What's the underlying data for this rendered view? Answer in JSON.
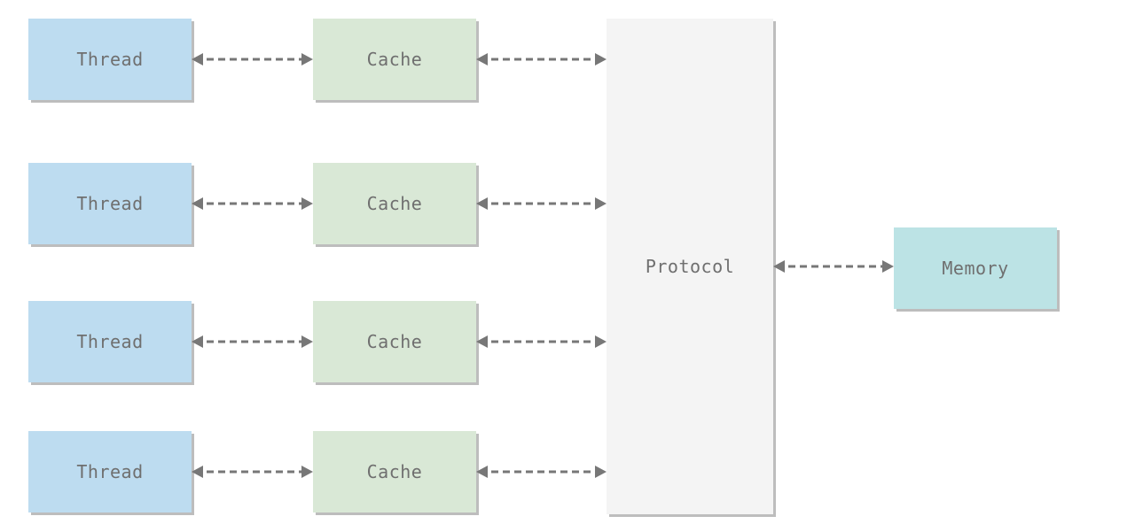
{
  "colors": {
    "thread": "#bddcf0",
    "cache": "#d9e8d6",
    "protocol": "#f4f4f4",
    "memory": "#bce3e5",
    "arrow": "#777777"
  },
  "threads": [
    {
      "label": "Thread"
    },
    {
      "label": "Thread"
    },
    {
      "label": "Thread"
    },
    {
      "label": "Thread"
    }
  ],
  "caches": [
    {
      "label": "Cache"
    },
    {
      "label": "Cache"
    },
    {
      "label": "Cache"
    },
    {
      "label": "Cache"
    }
  ],
  "protocol": {
    "label": "Protocol"
  },
  "memory": {
    "label": "Memory"
  }
}
